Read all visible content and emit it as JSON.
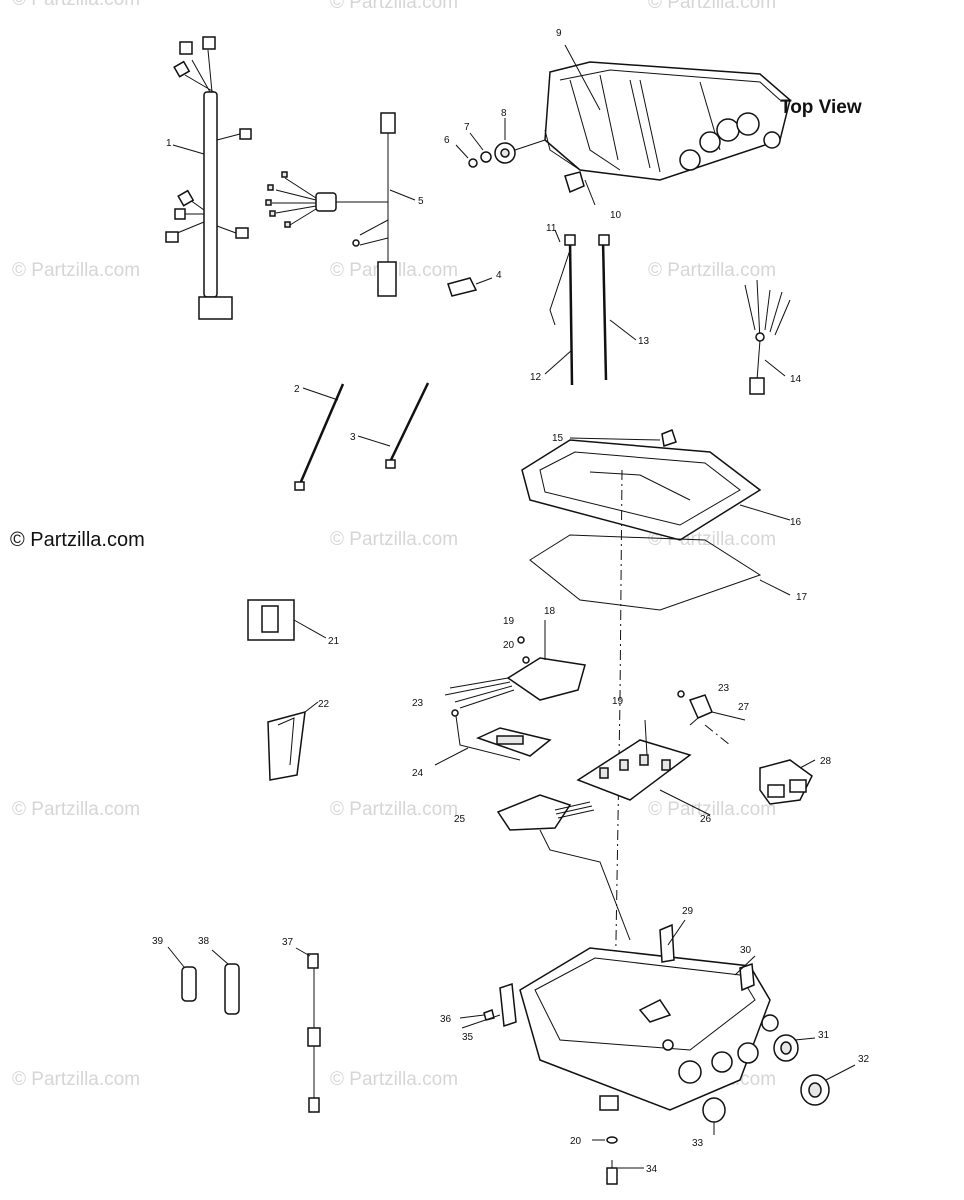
{
  "watermark": "© Partzilla.com",
  "watermark_main": "© Partzilla.com",
  "view_label": "Top View",
  "callouts": [
    "1",
    "2",
    "3",
    "4",
    "5",
    "6",
    "7",
    "8",
    "9",
    "10",
    "11",
    "12",
    "13",
    "14",
    "15",
    "16",
    "17",
    "18",
    "19",
    "20",
    "21",
    "22",
    "23",
    "23",
    "24",
    "25",
    "26",
    "27",
    "28",
    "19",
    "20",
    "29",
    "30",
    "31",
    "32",
    "33",
    "34",
    "35",
    "36",
    "37",
    "38",
    "39"
  ]
}
